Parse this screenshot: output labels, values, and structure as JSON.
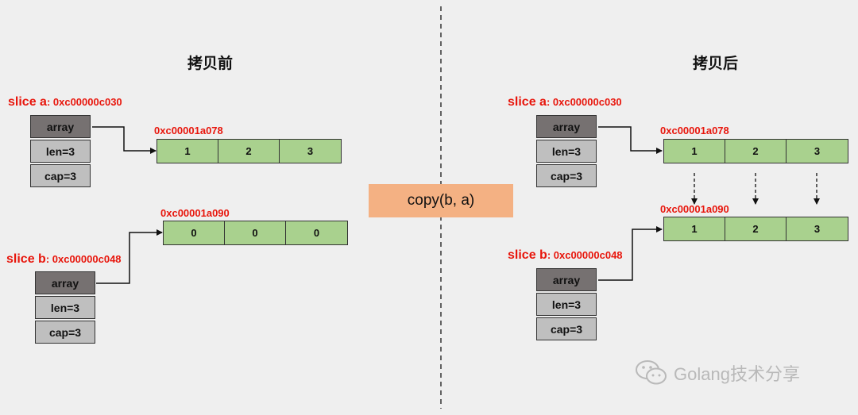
{
  "before": {
    "title": "拷贝前",
    "slice_a": {
      "name": "slice a",
      "addr": "0xc00000c030",
      "array": "array",
      "len": "len=3",
      "cap": "cap=3"
    },
    "array_a": {
      "addr": "0xc00001a078",
      "values": [
        "1",
        "2",
        "3"
      ]
    },
    "slice_b": {
      "name": "slice b",
      "addr": "0xc00000c048",
      "array": "array",
      "len": "len=3",
      "cap": "cap=3"
    },
    "array_b": {
      "addr": "0xc00001a090",
      "values": [
        "0",
        "0",
        "0"
      ]
    }
  },
  "operation": {
    "label": "copy(b, a)"
  },
  "after": {
    "title": "拷贝后",
    "slice_a": {
      "name": "slice a",
      "addr": "0xc00000c030",
      "array": "array",
      "len": "len=3",
      "cap": "cap=3"
    },
    "array_a": {
      "addr": "0xc00001a078",
      "values": [
        "1",
        "2",
        "3"
      ]
    },
    "slice_b": {
      "name": "slice b",
      "addr": "0xc00000c048",
      "array": "array",
      "len": "len=3",
      "cap": "cap=3"
    },
    "array_b": {
      "addr": "0xc00001a090",
      "values": [
        "1",
        "2",
        "3"
      ]
    }
  },
  "watermark": {
    "icon": "wechat-icon",
    "text": "Golang技术分享"
  },
  "colors": {
    "background": "#efefef",
    "label_red": "#e8160c",
    "array_cell": "#767171",
    "field_cell": "#bfbfbf",
    "array_green": "#a9d18e",
    "copy_orange": "#f4b183"
  }
}
